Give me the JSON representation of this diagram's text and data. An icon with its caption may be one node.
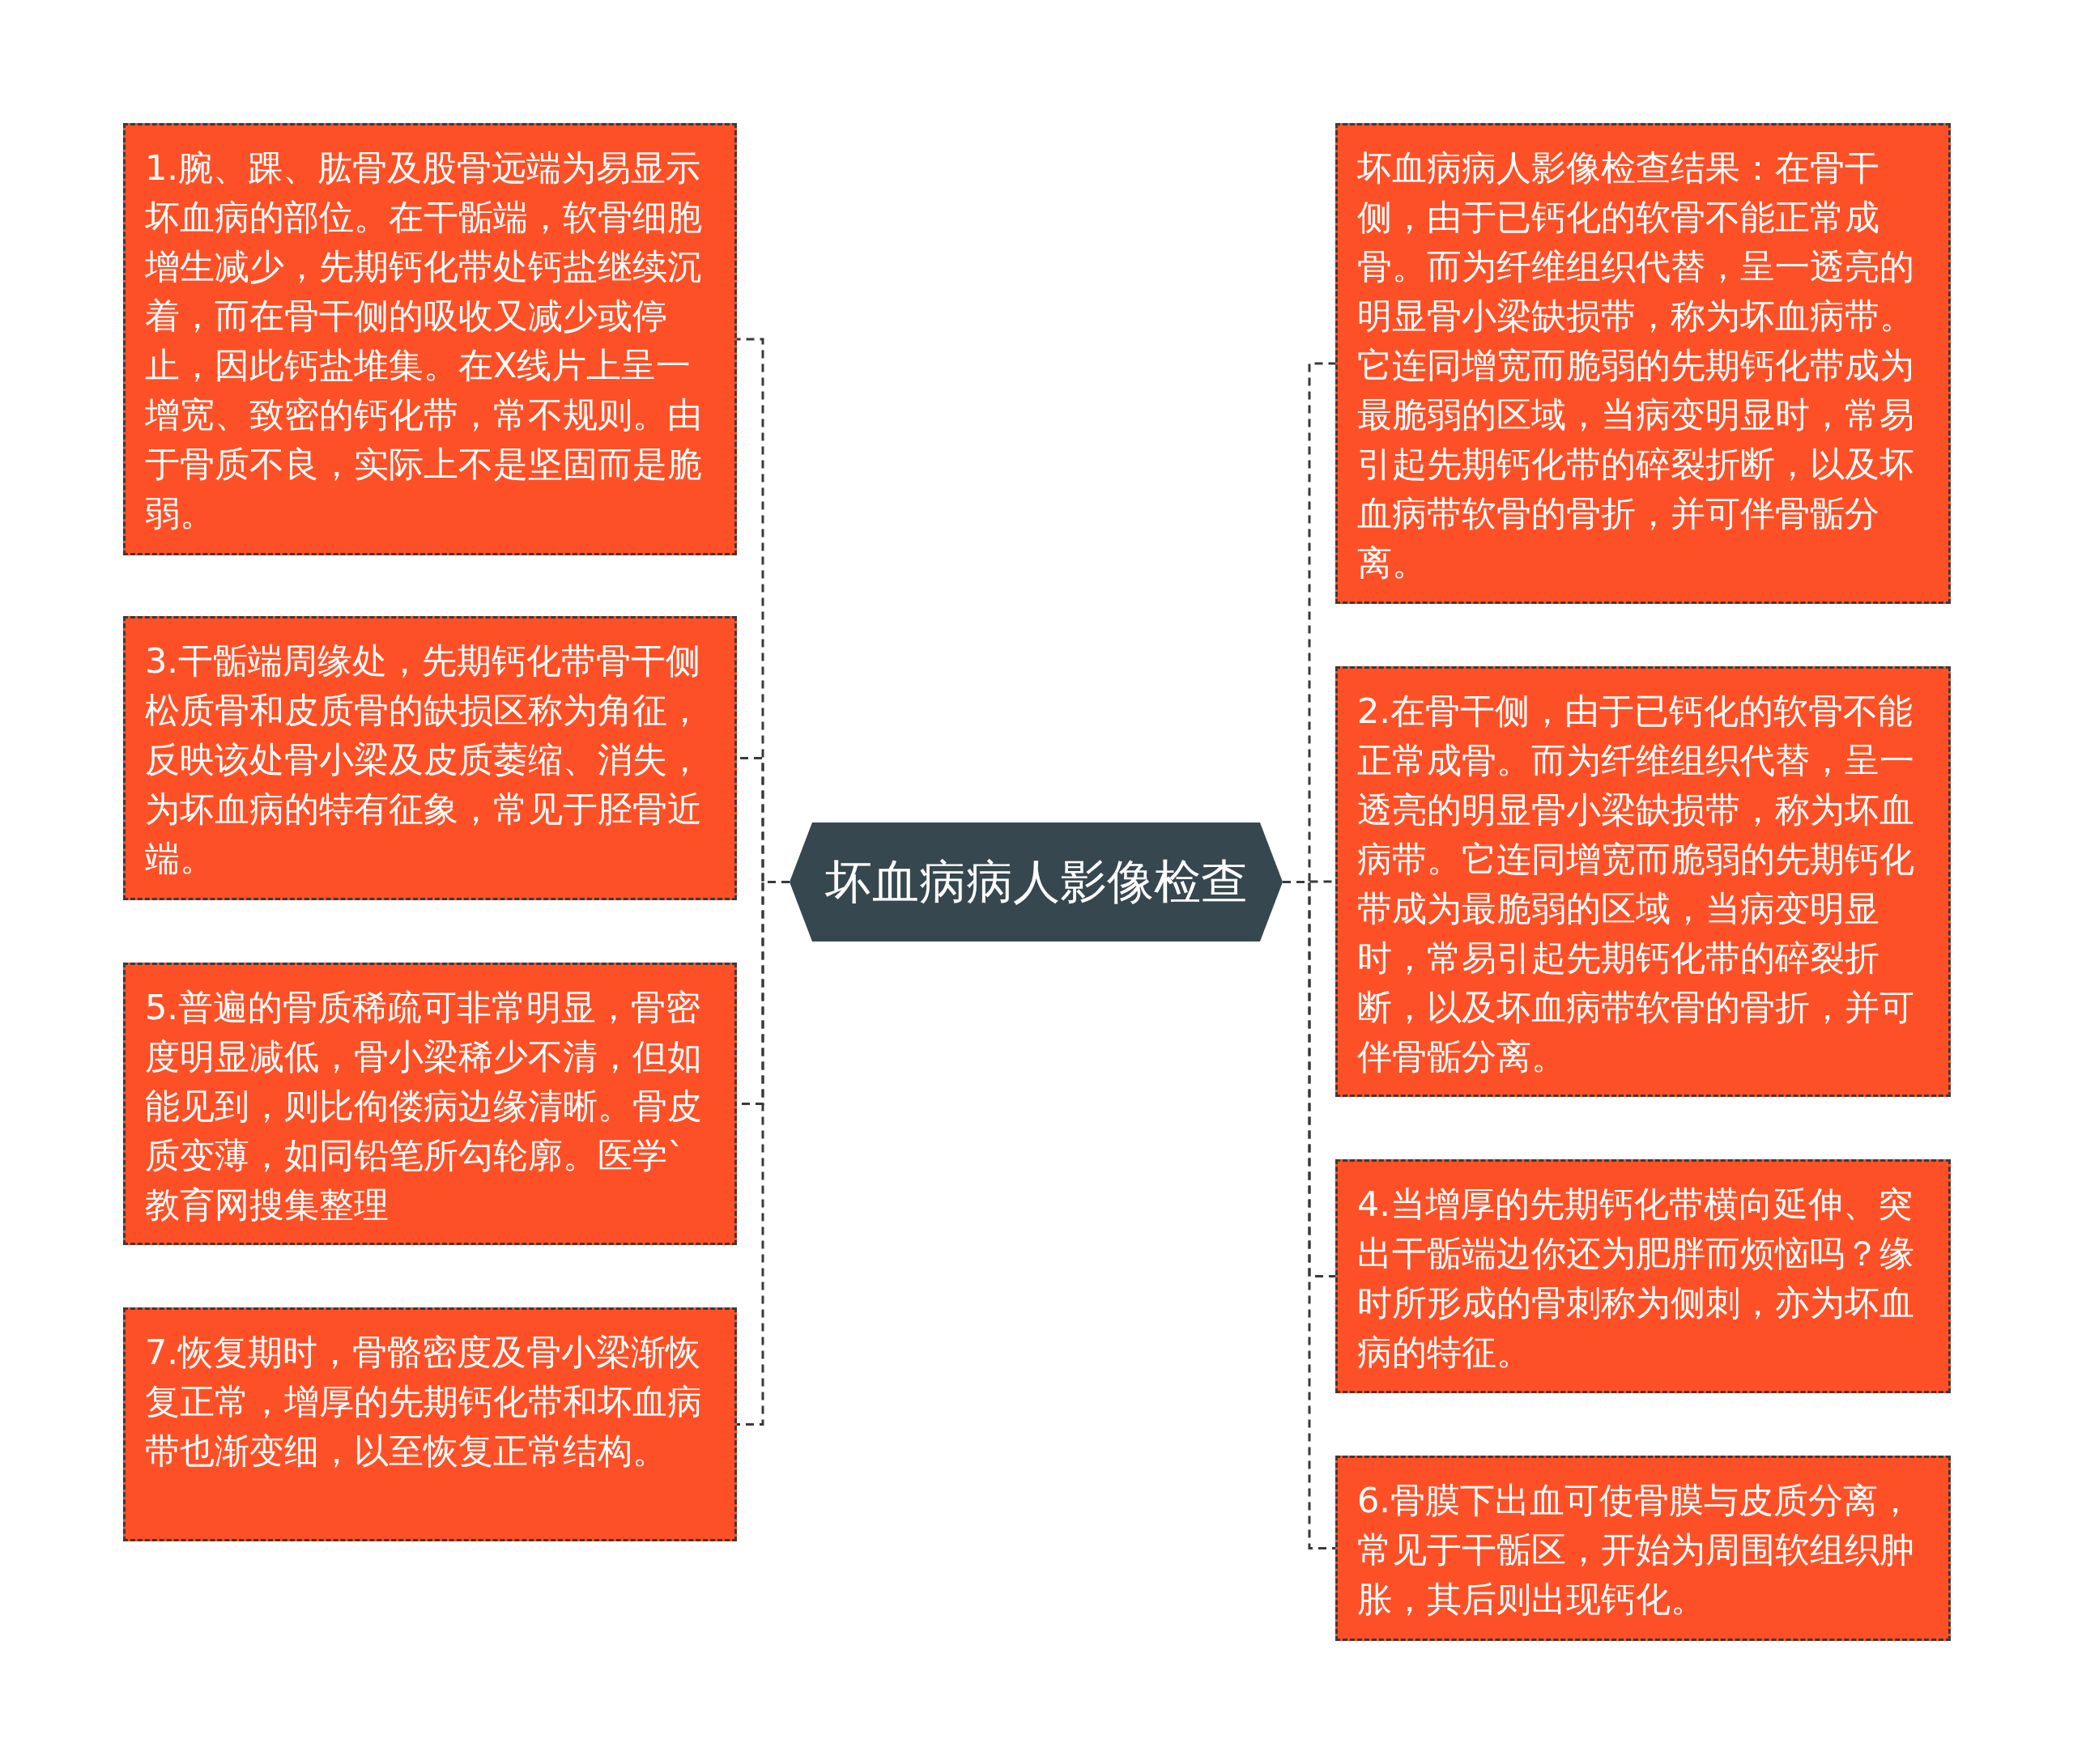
{
  "diagram": {
    "nodes": [
      {
        "text": [
          "坏血病病人影像检查"
        ]
      },
      {
        "text": [
          "1.腕、踝、肱骨及股骨远端为易显示坏血病的部位。在干骺端，软骨细胞增生减少，先期钙化带处钙盐继续沉着，而在骨干侧的吸收又减少或停止，因此钙盐堆集。在X线片上呈一增宽、致密的钙化带，常不规则。由于骨质不良，实际上不是坚固而是脆弱。"
        ]
      },
      {
        "text": [
          "3.干骺端周缘处，先期钙化带骨干侧松质骨和皮质骨的缺损区称为角征，反映该处骨小梁及皮质萎缩、消失，为坏血病的特有征象，常见于胫骨近端。"
        ]
      },
      {
        "text": [
          "5.普遍的骨质稀疏可非常明显，骨密度明显减低，骨小梁稀少不清，但如能见到，则比佝偻病边缘清晰。骨皮质变薄，如同铅笔所勾轮廓。医学`教育网搜集整理"
        ]
      },
      {
        "text": [
          "7.恢复期时，骨骼密度及骨小梁渐恢复正常，增厚的先期钙化带和坏血病带也渐变细，以至恢复正常结构。"
        ]
      },
      {
        "text": [
          "坏血病病人影像检查结果：在骨干侧，由于已钙化的软骨不能正常成骨。而为纤维组织代替，呈一透亮的明显骨小梁缺损带，称为坏血病带。它连同增宽而脆弱的先期钙化带成为最脆弱的区域，当病变明显时，常易引起先期钙化带的碎裂折断，以及坏血病带软骨的骨折，并可伴骨骺分离。"
        ]
      },
      {
        "text": [
          "2.在骨干侧，由于已钙化的软骨不能正常成骨。而为纤维组织代替，呈一透亮的明显骨小梁缺损带，称为坏血病带。它连同增宽而脆弱的先期钙化带成为最脆弱的区域，当病变明显时，常易引起先期钙化带的碎裂折断，以及坏血病带软骨的骨折，并可伴骨骺分离。"
        ]
      },
      {
        "text": [
          "4.当增厚的先期钙化带横向延伸、突出干骺端边你还为肥胖而烦恼吗？缘时所形成的骨刺称为侧刺，亦为坏血病的特征。"
        ]
      },
      {
        "text": [
          "6.骨膜下出血可使骨膜与皮质分离，常见于干骺区，开始为周围软组织肿胀，其后则出现钙化。"
        ]
      }
    ],
    "edges": [
      {
        "from": 0,
        "to": 1,
        "arrow": "none"
      },
      {
        "from": 0,
        "to": 2,
        "arrow": "none"
      },
      {
        "from": 0,
        "to": 3,
        "arrow": "none"
      },
      {
        "from": 0,
        "to": 4,
        "arrow": "none"
      },
      {
        "from": 0,
        "to": 5,
        "arrow": "none"
      },
      {
        "from": 0,
        "to": 6,
        "arrow": "none"
      },
      {
        "from": 0,
        "to": 7,
        "arrow": "none"
      },
      {
        "from": 0,
        "to": 8,
        "arrow": "none"
      }
    ]
  }
}
